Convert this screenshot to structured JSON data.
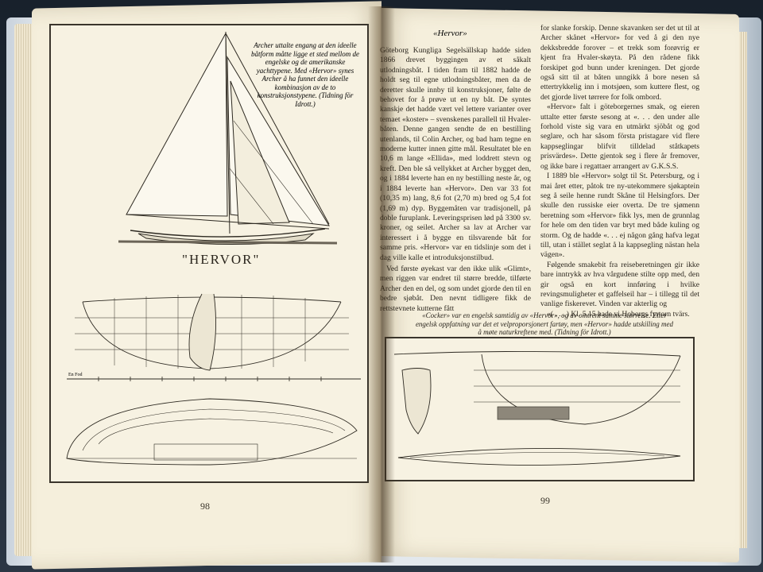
{
  "left_page": {
    "plate_caption": "Archer uttalte engang at den ideelle båtform måtte ligge et sted mellom de engelske og de amerikanske yachttypene. Med «Hervor» synes Archer å ha funnet den ideelle kombinasjon av de to konstruksjonstypene. (Tidning för Idrott.)",
    "boat_name": "\"HERVOR\"",
    "scale_label": "En Fod",
    "page_number": "98",
    "text_paragraphs": [
      "Göteborg Kungliga Segelsällskap hadde siden 1866 drevet byggingen av et såkalt utlodningsbåt. I tiden fram til 1882 hadde de holdt seg til egne utlodningsbåter, men da de deretter skulle innby til konstruksjoner, følte de behovet for å prøve ut en ny båt. De syntes kanskje det hadde vært vel lettere varianter over temaet «koster» – svenskenes parallell til Hvaler-båten. Denne gangen sendte de en bestilling utenlands, til Colin Archer, og bad ham tegne en moderne kutter innen gitte mål. Resultatet ble en 10,6 m lange «Ellida», med loddrett stevn og kreft. Den ble så vellykket at Archer bygget den, og i 1884 leverte han en ny bestilling neste år, og i 1884 leverte han «Hervor». Den var 33 fot (10,35 m) lang, 8,6 fot (2,70 m) bred og 5,4 fot (1,69 m) dyp. Byggemåten var tradisjonell, på doble furuplank. Leveringsprisen lød på 3300 sv. kroner, og seilet. Archer sa lav at Archer var interessert i å bygge en tilsvarende båt for samme pris. «Hervor» var en tidslinje som det i dag ville kalle et introduksjonstilbud.",
      "Ved første øyekast var den ikke ulik «Glimt», men riggen var endret til større bredde, tilførte Archer den en del, og som undet gjorde den til en bedre sjøbåt. Den nevnt tidligere fikk de rettstevnete kutterne fått"
    ]
  },
  "right_page": {
    "running_head": "«Hervor»",
    "page_number": "99",
    "col1_paragraphs": [
      "for slanke forskip. Denne skavanken ser det ut til at Archer skånet «Hervor» for ved å gi den nye dekksbredde forover – et trekk som forøvrig er kjent fra Hvaler-skøyta. På den rådene fikk forskipet god bunn under kreningen. Det gjorde også sitt til at båten unngikk å bore nesen så ettertrykkelig inn i motsjøen, som kuttere flest, og det gjorde livet tørrere for folk ombord.",
      "«Hervor» falt i göteborgernes smak, og eieren uttalte etter første sesong at «. . . den under alle forhold viste sig vara en utmärkt sjöbåt og god seglare, och har såsom första pristagare vid flere kappseglingar blifvit tilldelad ståtkapets prisvärdes». Dette gjentok seg i flere år fremover, og ikke bare i regattaer arrangert av G.K.S.S.",
      "I 1889 ble «Hervor» solgt til St. Petersburg, og i mai året etter, påtok tre ny-utekommere sjøkaptein seg å seile henne rundt Skåne til Helsingfors. Der skulle den russiske eier overta. De tre sjømenn beretning som «Hervor» fikk lys, men de grunnlag for hele om den tiden var bryt med både kuling og storm. Og de hadde «. . . ej någon gång hafva legat till, utan i stället seglat å la kappsegling nästan hela vägen».",
      "Følgende smakebit fra reiseberetningen gir ikke bare inntrykk av hva vårgudene stilte opp med, den gir også en kort innføring i hvilke revingsmuligheter et gaffelseil har – i tillegg til det vanlige fiskerevet. Vinden var akterlig og",
      "«( . . . ) Kl. 5.15 hade vi Hoborgs fyrtorn tvärs."
    ],
    "plate_caption": "«Cocker» var en engelsk samtidig av «Hervor», og av omtrent samme størrelse. Etter engelsk oppfatning var det et velproporsjonert fartøy, men «Hervor» hadde utskilling med å møte naturkreftene med. (Tidning för Idrott.)"
  },
  "colors": {
    "paper": "#f5efdc",
    "ink": "#23201a",
    "table": "#1d2530"
  }
}
